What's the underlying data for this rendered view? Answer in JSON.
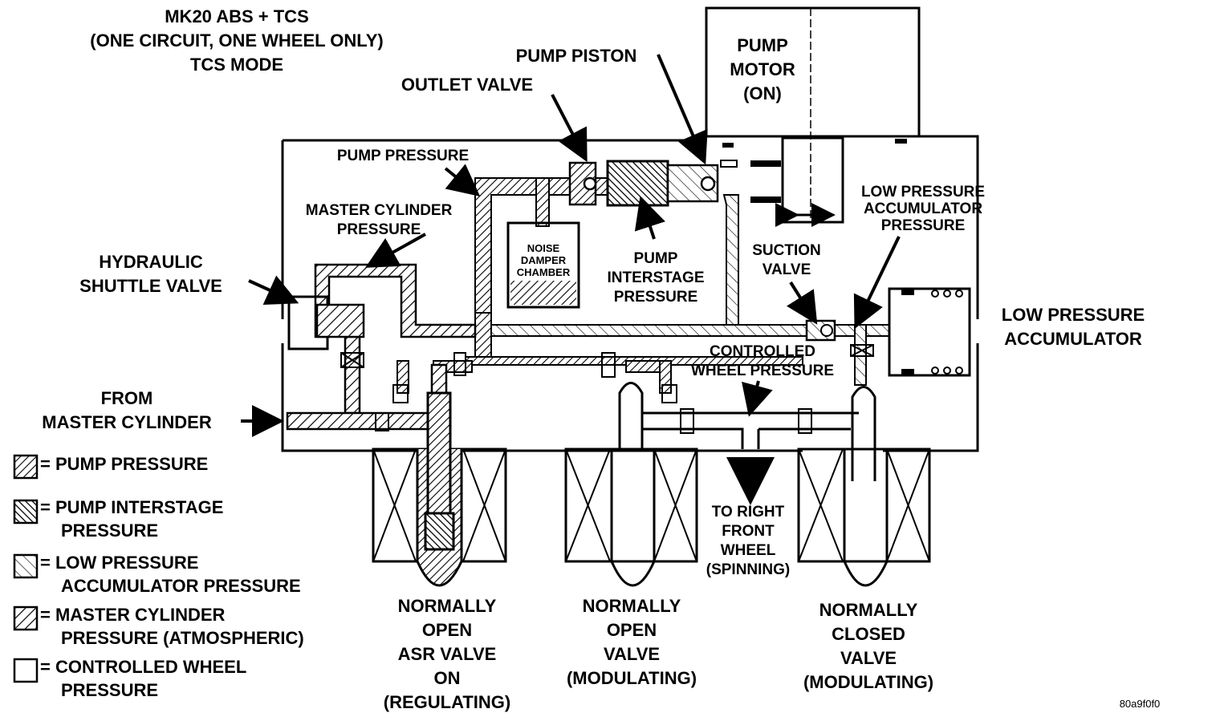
{
  "title": {
    "line1": "MK20 ABS + TCS",
    "line2": "(ONE CIRCUIT, ONE WHEEL ONLY)",
    "line3": "TCS MODE"
  },
  "labels": {
    "pump_piston": "PUMP PISTON",
    "outlet_valve": "OUTLET VALVE",
    "pump_motor": [
      "PUMP",
      "MOTOR",
      "(ON)"
    ],
    "pump_pressure": "PUMP PRESSURE",
    "master_cylinder_pressure": [
      "MASTER CYLINDER",
      "PRESSURE"
    ],
    "noise_damper": [
      "NOISE",
      "DAMPER",
      "CHAMBER"
    ],
    "pump_interstage": [
      "PUMP",
      "INTERSTAGE",
      "PRESSURE"
    ],
    "low_pressure_accumulator_pressure": [
      "LOW PRESSURE",
      "ACCUMULATOR",
      "PRESSURE"
    ],
    "suction_valve": [
      "SUCTION",
      "VALVE"
    ],
    "hydraulic_shuttle_valve": [
      "HYDRAULIC",
      "SHUTTLE VALVE"
    ],
    "low_pressure_accumulator": [
      "LOW PRESSURE",
      "ACCUMULATOR"
    ],
    "controlled_wheel_pressure": [
      "CONTROLLED",
      "WHEEL PRESSURE"
    ],
    "from_master_cylinder": [
      "FROM",
      "MASTER CYLINDER"
    ],
    "to_right_front_wheel": [
      "TO RIGHT",
      "FRONT",
      "WHEEL",
      "(SPINNING)"
    ],
    "valve_asr": [
      "NORMALLY",
      "OPEN",
      "ASR VALVE",
      "ON",
      "(REGULATING)"
    ],
    "valve_no": [
      "NORMALLY",
      "OPEN",
      "VALVE",
      "(MODULATING)"
    ],
    "valve_nc": [
      "NORMALLY",
      "CLOSED",
      "VALVE",
      "(MODULATING)"
    ],
    "figure_code": "80a9f0f0"
  },
  "legend": [
    {
      "pattern": "pump-pressure",
      "lines": [
        "= PUMP PRESSURE"
      ]
    },
    {
      "pattern": "interstage",
      "lines": [
        "= PUMP INTERSTAGE",
        "PRESSURE"
      ]
    },
    {
      "pattern": "low-pressure",
      "lines": [
        "= LOW PRESSURE",
        "ACCUMULATOR PRESSURE"
      ]
    },
    {
      "pattern": "master-cylinder",
      "lines": [
        "= MASTER CYLINDER",
        "PRESSURE (ATMOSPHERIC)"
      ]
    },
    {
      "pattern": "controlled",
      "lines": [
        "= CONTROLLED WHEEL",
        "PRESSURE"
      ]
    }
  ]
}
